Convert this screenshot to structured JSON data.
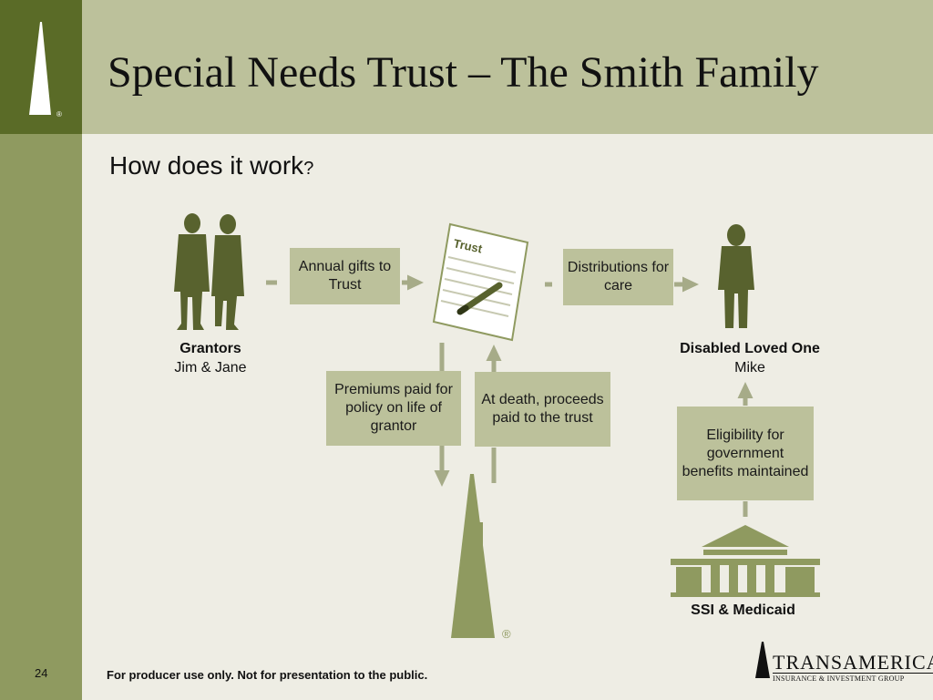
{
  "slide": {
    "title": "Special Needs Trust – The Smith Family",
    "subtitle": "How does it work",
    "subtitle_mark": "?",
    "page_number": "24",
    "footer": "For producer use only. Not for presentation to the public."
  },
  "brand": {
    "name": "TRANSAMERICA",
    "tagline": "INSURANCE & INVESTMENT GROUP",
    "registered_mark": "®"
  },
  "diagram": {
    "trust_doc_label": "Trust",
    "box_annual_gifts": "Annual gifts to Trust",
    "box_distributions": "Distributions for care",
    "box_premiums": "Premiums paid for policy on life of grantor",
    "box_death_proceeds": "At death, proceeds paid to the trust",
    "box_eligibility": "Eligibility for government benefits maintained",
    "grantors_title": "Grantors",
    "grantors_names": "Jim & Jane",
    "beneficiary_title": "Disabled Loved One",
    "beneficiary_name": "Mike",
    "government_label": "SSI & Medicaid"
  },
  "colors": {
    "sidebar": "#8f9a60",
    "logo_block": "#5a6b27",
    "header": "#bcc19b",
    "box": "#bcc19b",
    "figure": "#58622e",
    "arrow": "#a6ab88",
    "background": "#eeede4"
  },
  "icons": [
    "grantors-silhouette-icon",
    "trust-document-icon",
    "pen-icon",
    "beneficiary-silhouette-icon",
    "insurance-tower-icon",
    "government-building-icon",
    "transamerica-logo-icon"
  ]
}
